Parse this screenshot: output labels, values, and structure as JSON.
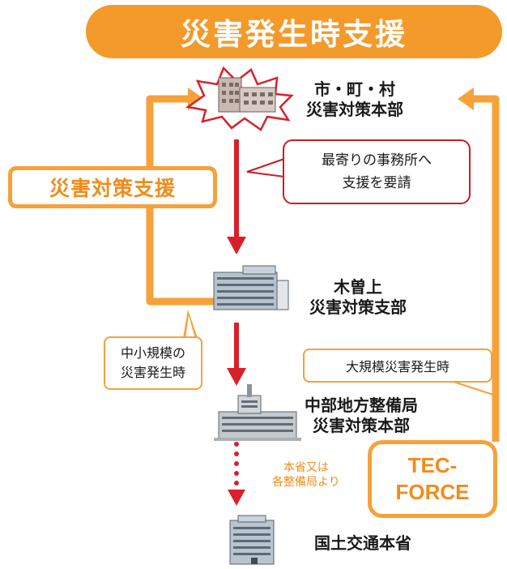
{
  "title": "災害発生時支援",
  "nodes": {
    "municipality": [
      "市・町・村",
      "災害対策本部"
    ],
    "kisokami": [
      "木曽上",
      "災害対策支部"
    ],
    "chubu": [
      "中部地方整備局",
      "災害対策本部"
    ],
    "mlit": [
      "国土交通本省"
    ]
  },
  "support_label": "災害対策支援",
  "request_callout": [
    "最寄りの事務所へ",
    "支援を要請"
  ],
  "small_scale": [
    "中小規模の",
    "災害発生時"
  ],
  "large_scale": "大規模災害発生時",
  "tec_force": [
    "TEC-",
    "FORCE"
  ],
  "dispatch_note": [
    "本省又は",
    "各整備局より"
  ],
  "colors": {
    "orange": "#f39a2b",
    "red": "#d9202a",
    "outline_red": "#c91d24"
  }
}
